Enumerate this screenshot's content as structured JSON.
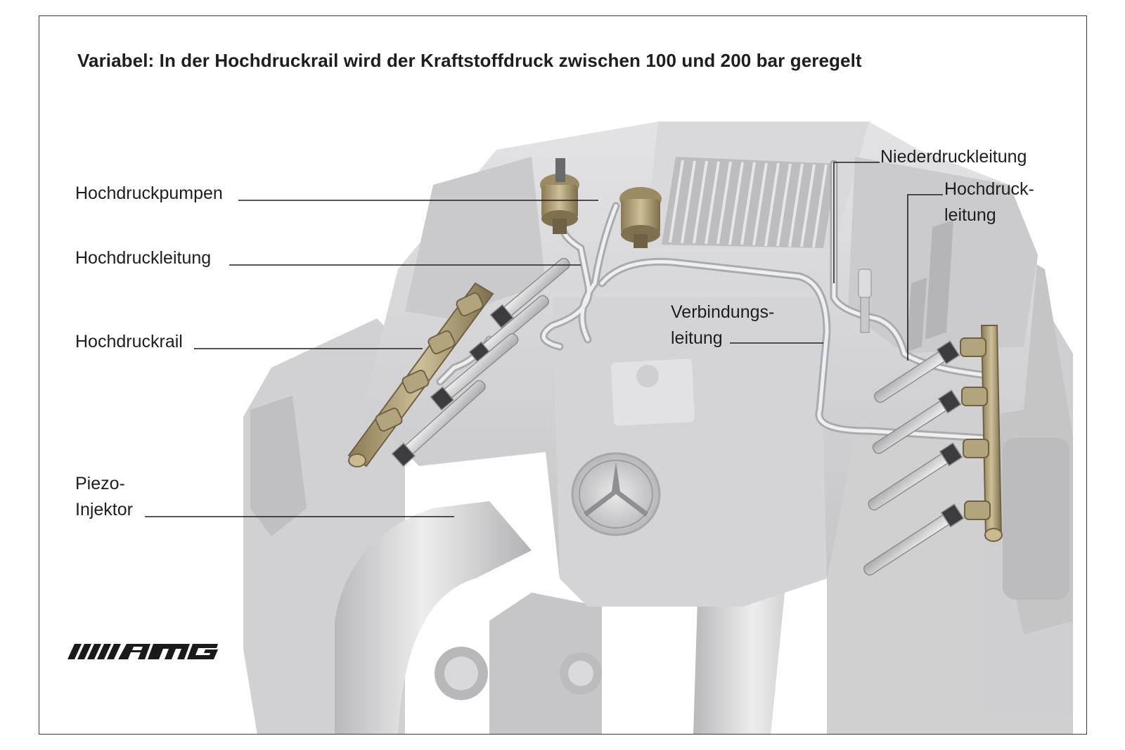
{
  "title": "Variabel: In der Hochdruckrail wird der Kraftstoffdruck zwischen 100 und 200 bar geregelt",
  "labels": {
    "hochdruckpumpen": "Hochdruckpumpen",
    "hochdruckleitung_left": "Hochdruckleitung",
    "hochdruckrail": "Hochdruckrail",
    "piezo_injektor": "Piezo-\nInjektor",
    "niederdruckleitung": "Niederdruckleitung",
    "hochdruckleitung_right": "Hochdruck-\nleitung",
    "verbindungsleitung": "Verbindungs-\nleitung"
  },
  "logo": {
    "text": "AMG"
  },
  "colors": {
    "frame": "#3a3a3a",
    "text": "#1e1e1e",
    "engine_gray": "#c9c9cb",
    "rail_brass": "#a3926a",
    "pipe_silver": "#e7e8ea"
  }
}
